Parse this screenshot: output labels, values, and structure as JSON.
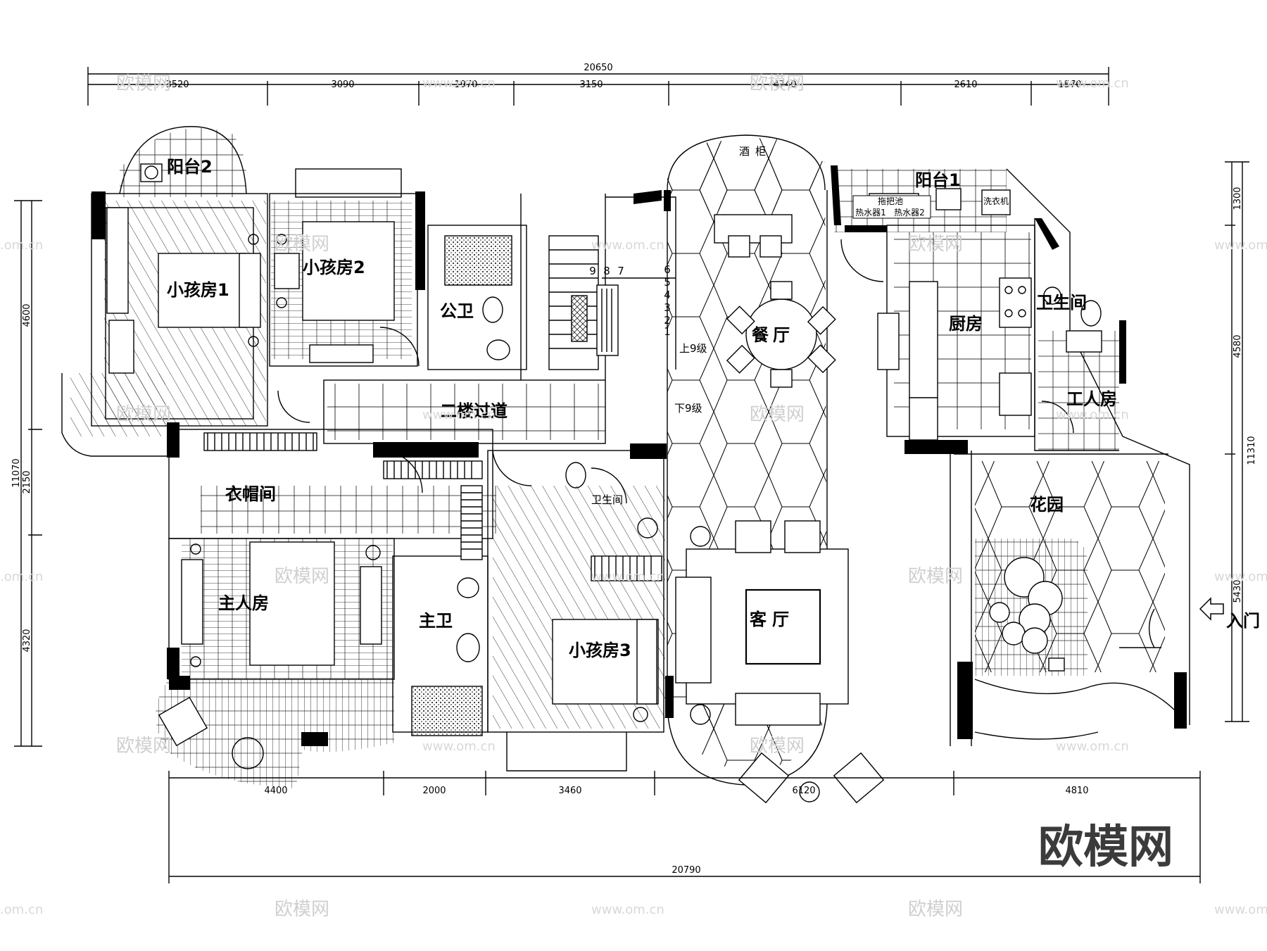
{
  "rooms": {
    "balcony_2": "阳台2",
    "kids_room_1": "小孩房1",
    "kids_room_2": "小孩房2",
    "public_bath": "公卫",
    "corridor": "二楼过道",
    "cloakroom": "衣帽间",
    "master_bedroom": "主人房",
    "master_bath": "主卫",
    "bathroom_mid": "卫生间",
    "kids_room_3": "小孩房3",
    "wine_cabinet": "酒柜",
    "dining_room": "餐厅",
    "living_room": "客厅",
    "balcony_1": "阳台1",
    "kitchen": "厨房",
    "bathroom_right": "卫生间",
    "servant_room": "工人房",
    "garden": "花园",
    "entrance": "入门"
  },
  "fixtures": {
    "mop_pool": "拖把池",
    "water_heater_1": "热水器1",
    "water_heater_2": "热水器2",
    "washing_machine": "洗衣机"
  },
  "stairs": {
    "up_label": "上9级",
    "down_label": "下9级",
    "step_numbers": [
      "9",
      "8",
      "7",
      "6",
      "5",
      "4",
      "3",
      "2",
      "1"
    ]
  },
  "dimensions": {
    "top_total": "20650",
    "top_segments": [
      "3520",
      "3090",
      "1970",
      "3150",
      "4740",
      "2610",
      "1570"
    ],
    "bottom_total": "20790",
    "bottom_segments": [
      "4400",
      "2000",
      "3460",
      "6120",
      "4810"
    ],
    "left_total": "11070",
    "left_segments": [
      "4600",
      "2150",
      "4320"
    ],
    "right_total": "11310",
    "right_segments": [
      "1300",
      "4580",
      "5430"
    ]
  },
  "watermark": {
    "brand": "欧模网",
    "site": "www.om.cn",
    "site_partial": ".om.cn"
  }
}
